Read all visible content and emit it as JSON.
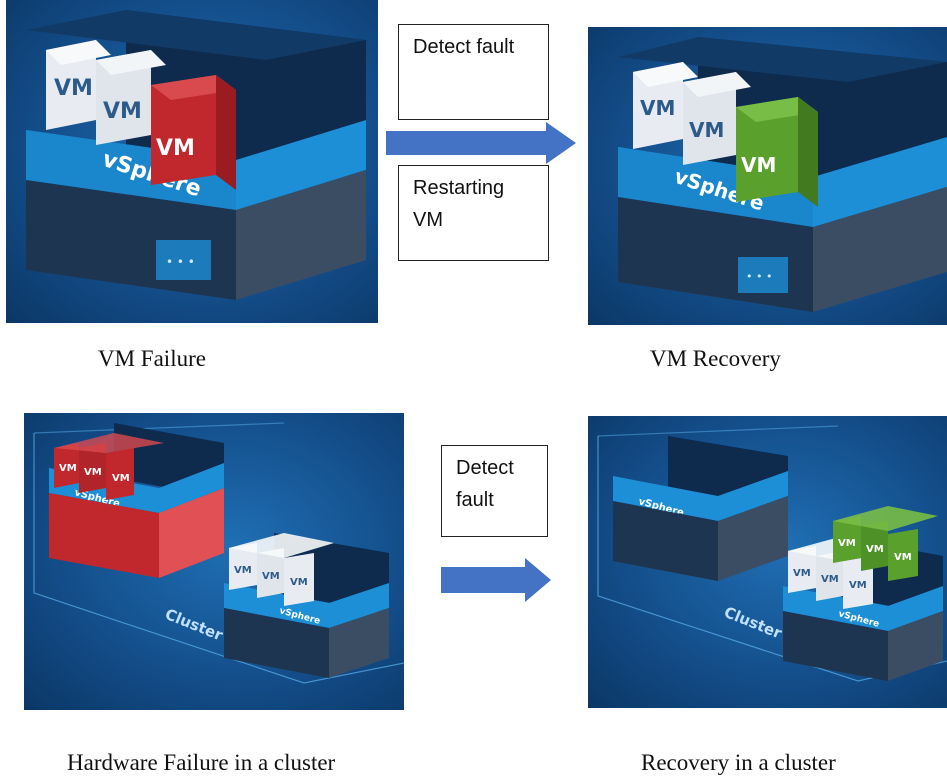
{
  "captions": {
    "vm_failure": "VM Failure",
    "vm_recovery": "VM Recovery",
    "hw_failure": "Hardware Failure in a cluster",
    "cluster_recovery": "Recovery in a cluster"
  },
  "notes": {
    "detect_fault_top": "Detect fault",
    "restarting_vm": "Restarting VM",
    "detect_fault_bottom": "Detect fault"
  },
  "labels": {
    "vm": "VM",
    "vsphere": "vSphere",
    "cluster": "Cluster",
    "dots": "• • •"
  },
  "colors": {
    "arrow": "#4472c4",
    "failed_vm": "#c0282d",
    "recovered_vm": "#5aa02c",
    "healthy_vm": "#e8ecf2",
    "vsphere_band": "#1d8fd6",
    "server": "#23384f",
    "panel_bg": "#144f8c"
  }
}
